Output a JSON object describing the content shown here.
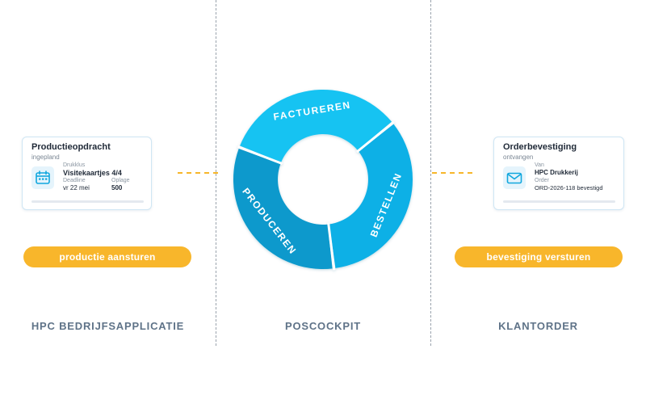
{
  "columns": {
    "left": "HPC BEDRIJFSAPPLICATIE",
    "center": "POSCOCKPIT",
    "right": "KLANTORDER"
  },
  "production_card": {
    "title": "Productieopdracht",
    "status": "ingepland",
    "job_label": "Drukklus",
    "job_value": "Visitekaartjes 4/4",
    "deadline_label": "Deadline",
    "deadline_value": "vr 22 mei",
    "quantity_label": "Oplage",
    "quantity_value": "500",
    "icon": "calendar-icon"
  },
  "order_card": {
    "title": "Orderbevestiging",
    "status": "ontvangen",
    "from_label": "Van",
    "from_value": "HPC Drukkerij",
    "order_label": "Order",
    "order_value": "ORD-2026-118 bevestigd",
    "icon": "envelope-icon"
  },
  "buttons": {
    "left": "productie aansturen",
    "right": "bevestiging versturen"
  },
  "cycle": {
    "segments": [
      "FACTUREREN",
      "BESTELLEN",
      "PRODUCEREN"
    ],
    "colors": {
      "factureren": "#15c3f2",
      "bestellen": "#0fb0e6",
      "produceren": "#0899cc"
    }
  },
  "colors": {
    "accent": "#f8b62b",
    "label": "#5f7388",
    "card_border": "#cfe6f4",
    "icon_color": "#11a7de"
  }
}
